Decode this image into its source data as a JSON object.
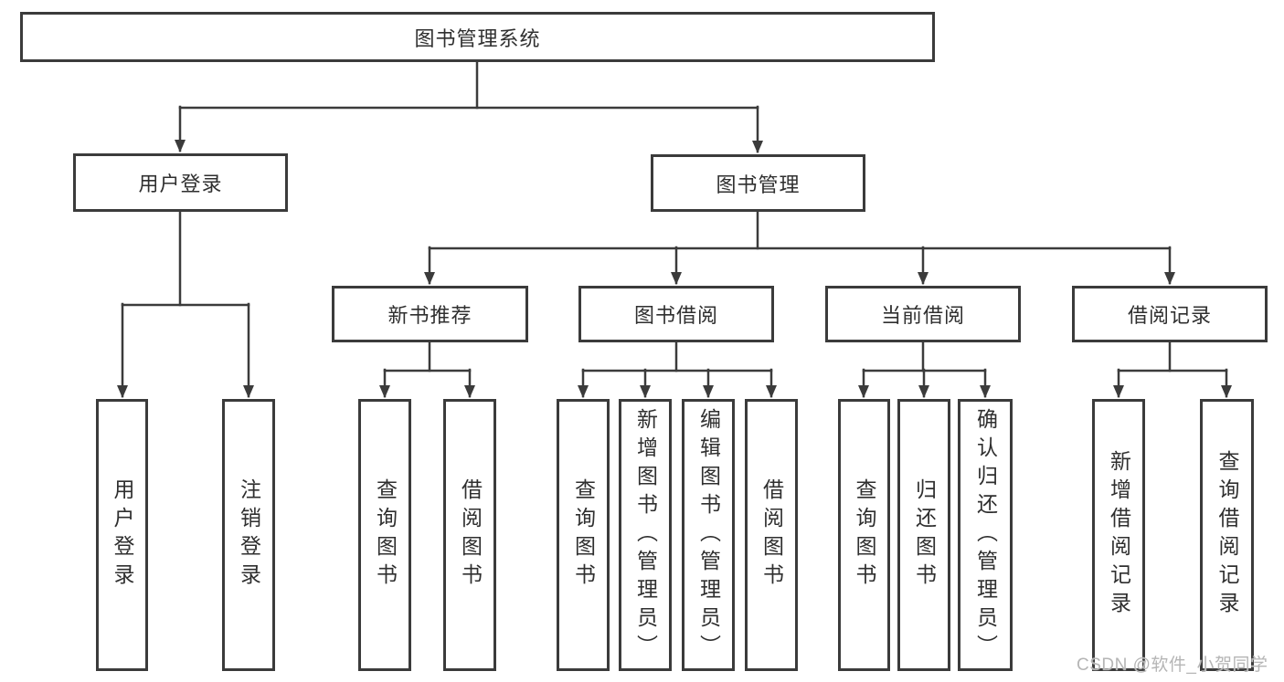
{
  "diagram_type": "hierarchy-tree",
  "tree": {
    "label": "图书管理系统",
    "children": [
      {
        "label": "用户登录",
        "children": [
          {
            "label": "用户登录"
          },
          {
            "label": "注销登录"
          }
        ]
      },
      {
        "label": "图书管理",
        "children": [
          {
            "label": "新书推荐",
            "children": [
              {
                "label": "查询图书"
              },
              {
                "label": "借阅图书"
              }
            ]
          },
          {
            "label": "图书借阅",
            "children": [
              {
                "label": "查询图书"
              },
              {
                "label": "新增图书（管理员）"
              },
              {
                "label": "编辑图书（管理员）"
              },
              {
                "label": "借阅图书"
              }
            ]
          },
          {
            "label": "当前借阅",
            "children": [
              {
                "label": "查询图书"
              },
              {
                "label": "归还图书"
              },
              {
                "label": "确认归还（管理员）"
              }
            ]
          },
          {
            "label": "借阅记录",
            "children": [
              {
                "label": "新增借阅记录"
              },
              {
                "label": "查询借阅记录"
              }
            ]
          }
        ]
      }
    ]
  },
  "watermark": {
    "text": "CSDN @软件_小贺同学"
  },
  "colors": {
    "line": "#3b3b3b",
    "text": "#2f2f2f",
    "background": "#ffffff",
    "watermark": "#b5b5b5"
  }
}
